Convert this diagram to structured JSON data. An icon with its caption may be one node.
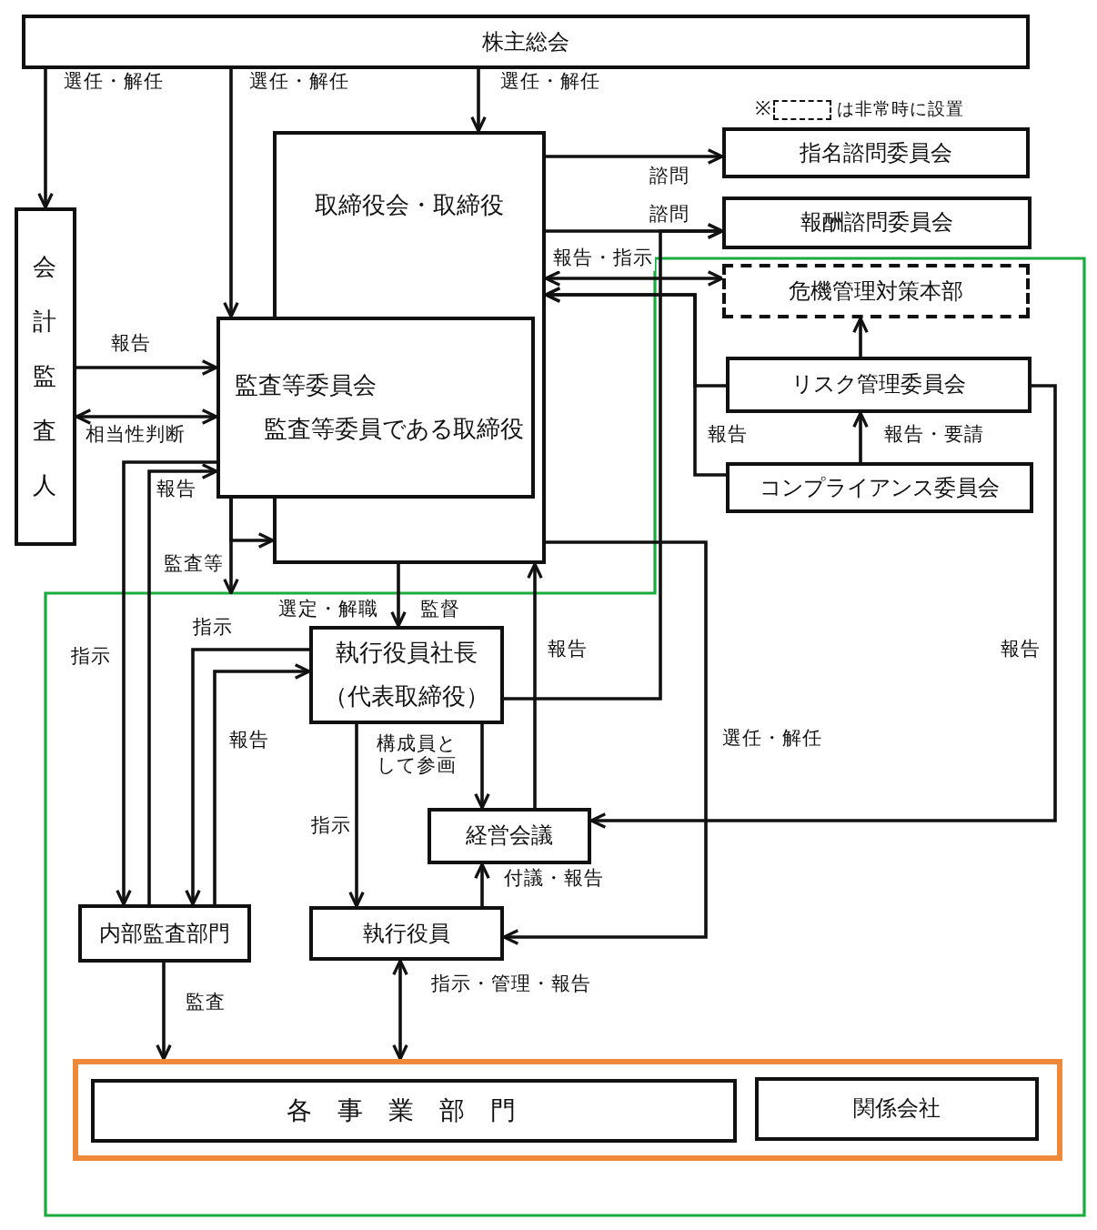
{
  "diagram": {
    "nodes": [
      {
        "text": [
          "株主総会"
        ]
      },
      {
        "text": [
          "取締役会・取締役"
        ]
      },
      {
        "text": [
          "会計監査人"
        ]
      },
      {
        "text": [
          "監査等委員会",
          "監査等委員である取締役"
        ]
      },
      {
        "text": [
          "指名諮問委員会"
        ]
      },
      {
        "text": [
          "報酬諮問委員会"
        ]
      },
      {
        "text": [
          "危機管理対策本部"
        ]
      },
      {
        "text": [
          "リスク管理委員会"
        ]
      },
      {
        "text": [
          "コンプライアンス委員会"
        ]
      },
      {
        "text": [
          "執行役員社長",
          "（代表取締役）"
        ]
      },
      {
        "text": [
          "経営会議"
        ]
      },
      {
        "text": [
          "内部監査部門"
        ]
      },
      {
        "text": [
          "執行役員"
        ]
      },
      {
        "text": [],
        "shape": "box"
      },
      {
        "text": [
          "各事業部門"
        ],
        "in": 13
      },
      {
        "text": [
          "関係会社"
        ],
        "in": 13
      }
    ],
    "edges": [
      {
        "from": 0,
        "to": 2,
        "arrow": "to",
        "label": "選任・解任"
      },
      {
        "from": 0,
        "to": 3,
        "arrow": "to",
        "label": "選任・解任"
      },
      {
        "from": 0,
        "to": 1,
        "arrow": "to",
        "label": "選任・解任"
      },
      {
        "from": 1,
        "to": 4,
        "arrow": "to",
        "label": "諮問"
      },
      {
        "from": 1,
        "to": 5,
        "arrow": "to",
        "label": "諮問"
      },
      {
        "from": 1,
        "to": 6,
        "arrow": "both",
        "label": "報告・指示"
      },
      {
        "from": 7,
        "to": 1,
        "arrow": "to"
      },
      {
        "from": 8,
        "to": 1,
        "arrow": "to",
        "label": "報告"
      },
      {
        "from": 8,
        "to": 7,
        "arrow": "to",
        "label": "報告・要請"
      },
      {
        "from": 7,
        "to": 6,
        "arrow": "to"
      },
      {
        "from": 7,
        "to": 10,
        "arrow": "to",
        "label": "報告"
      },
      {
        "from": 2,
        "to": 3,
        "arrow": "to",
        "label": "報告"
      },
      {
        "from": 2,
        "to": 3,
        "arrow": "both",
        "label": "相当性判断"
      },
      {
        "from": 3,
        "to": 1,
        "arrow": "to"
      },
      {
        "from": 3,
        "to": null,
        "arrow": "to",
        "label": "監査等"
      },
      {
        "from": 1,
        "to": 9,
        "arrow": "to",
        "label": "選定・解職"
      },
      {
        "from": 9,
        "to": 5,
        "arrow": "to"
      },
      {
        "from": 10,
        "to": 1,
        "arrow": "to",
        "label": "報告"
      },
      {
        "from": 1,
        "to": 12,
        "arrow": "to",
        "label": "選任・解任"
      },
      {
        "from": 9,
        "to": 10,
        "arrow": "to",
        "label": "構成員として参画"
      },
      {
        "from": 9,
        "to": 12,
        "arrow": "to",
        "label": "指示"
      },
      {
        "from": 12,
        "to": 10,
        "arrow": "to",
        "label": "付議・報告"
      },
      {
        "from": 12,
        "to": 13,
        "arrow": "both",
        "label": "指示・管理・報告"
      },
      {
        "from": 11,
        "to": 13,
        "arrow": "to",
        "label": "監査"
      },
      {
        "from": 9,
        "to": 11,
        "arrow": "to",
        "label": "指示"
      },
      {
        "from": 11,
        "to": 9,
        "arrow": "to",
        "label": "報告"
      },
      {
        "from": 3,
        "to": 11,
        "arrow": "to",
        "label": "指示"
      },
      {
        "from": 11,
        "to": 3,
        "arrow": "to",
        "label": "報告"
      }
    ],
    "labels": [
      "※",
      "監督"
    ],
    "legend": [
      {
        "text": "は非常時に設置"
      }
    ]
  }
}
